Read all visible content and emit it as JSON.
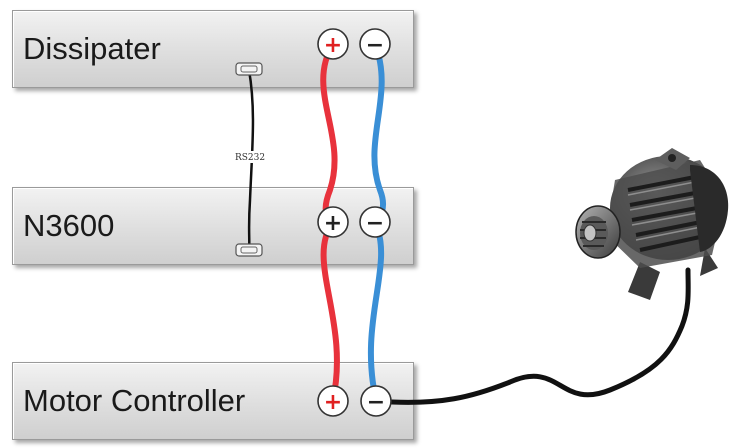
{
  "panels": {
    "dissipater": {
      "label": "Dissipater"
    },
    "n3600": {
      "label": "N3600"
    },
    "motor_controller": {
      "label": "Motor Controller"
    }
  },
  "terminals": {
    "positive_symbol": "+",
    "negative_symbol": "−"
  },
  "serial_link": {
    "label": "RS232"
  },
  "colors": {
    "positive_wire": "#e8323c",
    "negative_wire": "#3a8fd6",
    "signal_cable": "#111111",
    "positive_terminal": "#e02020",
    "negative_terminal": "#222222"
  },
  "icons": {
    "motor": "alternator-motor-icon",
    "connector": "db9-connector-icon"
  }
}
